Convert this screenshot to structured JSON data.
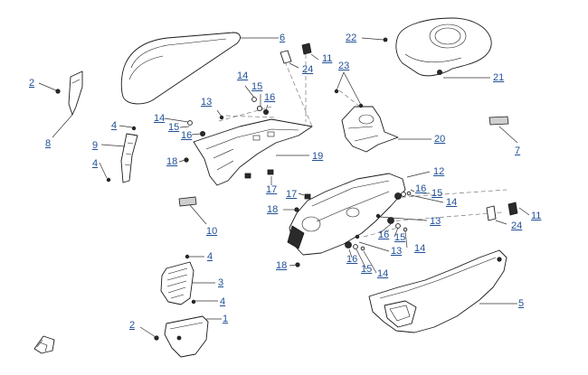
{
  "colors": {
    "callout_text": "#1f4f96",
    "line_art": "#1a1a1a",
    "dashed_guide": "#7a7a7a",
    "background": "#ffffff"
  },
  "icons": {
    "corner_glyph": "exploded-view-symbol-icon"
  },
  "callouts": [
    {
      "id": "c-6",
      "label": "6"
    },
    {
      "id": "c-2a",
      "label": "2"
    },
    {
      "id": "c-8",
      "label": "8"
    },
    {
      "id": "c-4a",
      "label": "4"
    },
    {
      "id": "c-9",
      "label": "9"
    },
    {
      "id": "c-4b",
      "label": "4"
    },
    {
      "id": "c-10",
      "label": "10"
    },
    {
      "id": "c-4c",
      "label": "4"
    },
    {
      "id": "c-3",
      "label": "3"
    },
    {
      "id": "c-4d",
      "label": "4"
    },
    {
      "id": "c-2b",
      "label": "2"
    },
    {
      "id": "c-1",
      "label": "1"
    },
    {
      "id": "c-14a",
      "label": "14"
    },
    {
      "id": "c-15a",
      "label": "15"
    },
    {
      "id": "c-16a",
      "label": "16"
    },
    {
      "id": "c-13a",
      "label": "13"
    },
    {
      "id": "c-14b",
      "label": "14"
    },
    {
      "id": "c-15b",
      "label": "15"
    },
    {
      "id": "c-16b",
      "label": "16"
    },
    {
      "id": "c-18a",
      "label": "18"
    },
    {
      "id": "c-19",
      "label": "19"
    },
    {
      "id": "c-17a",
      "label": "17"
    },
    {
      "id": "c-11a",
      "label": "11"
    },
    {
      "id": "c-24a",
      "label": "24"
    },
    {
      "id": "c-22",
      "label": "22"
    },
    {
      "id": "c-23",
      "label": "23"
    },
    {
      "id": "c-21",
      "label": "21"
    },
    {
      "id": "c-20",
      "label": "20"
    },
    {
      "id": "c-7",
      "label": "7"
    },
    {
      "id": "c-12",
      "label": "12"
    },
    {
      "id": "c-17b",
      "label": "17"
    },
    {
      "id": "c-16c",
      "label": "16"
    },
    {
      "id": "c-15c",
      "label": "15"
    },
    {
      "id": "c-14c",
      "label": "14"
    },
    {
      "id": "c-18b",
      "label": "18"
    },
    {
      "id": "c-13b",
      "label": "13"
    },
    {
      "id": "c-16d",
      "label": "16"
    },
    {
      "id": "c-15d",
      "label": "15"
    },
    {
      "id": "c-14d",
      "label": "14"
    },
    {
      "id": "c-13c",
      "label": "13"
    },
    {
      "id": "c-16e",
      "label": "16"
    },
    {
      "id": "c-15e",
      "label": "15"
    },
    {
      "id": "c-14e",
      "label": "14"
    },
    {
      "id": "c-18c",
      "label": "18"
    },
    {
      "id": "c-24b",
      "label": "24"
    },
    {
      "id": "c-11b",
      "label": "11"
    },
    {
      "id": "c-5",
      "label": "5"
    }
  ]
}
